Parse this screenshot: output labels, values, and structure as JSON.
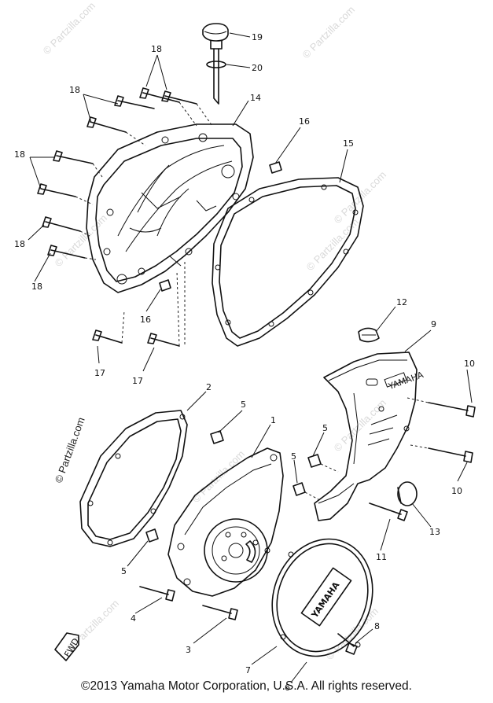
{
  "diagram": {
    "callouts": [
      "19",
      "20",
      "18",
      "18",
      "14",
      "16",
      "15",
      "18",
      "18",
      "18",
      "16",
      "12",
      "9",
      "17",
      "17",
      "10",
      "2",
      "5",
      "1",
      "5",
      "5",
      "10",
      "13",
      "11",
      "5",
      "4",
      "3",
      "7",
      "6",
      "8"
    ],
    "watermark": "© Partzilla.com",
    "fwd_label": "FWD",
    "cover_brand": "YAMAHA",
    "bracket_brand": "YAMAHA"
  },
  "footer": {
    "copyright": "©2013 Yamaha Motor Corporation, U.S.A. All rights reserved."
  }
}
